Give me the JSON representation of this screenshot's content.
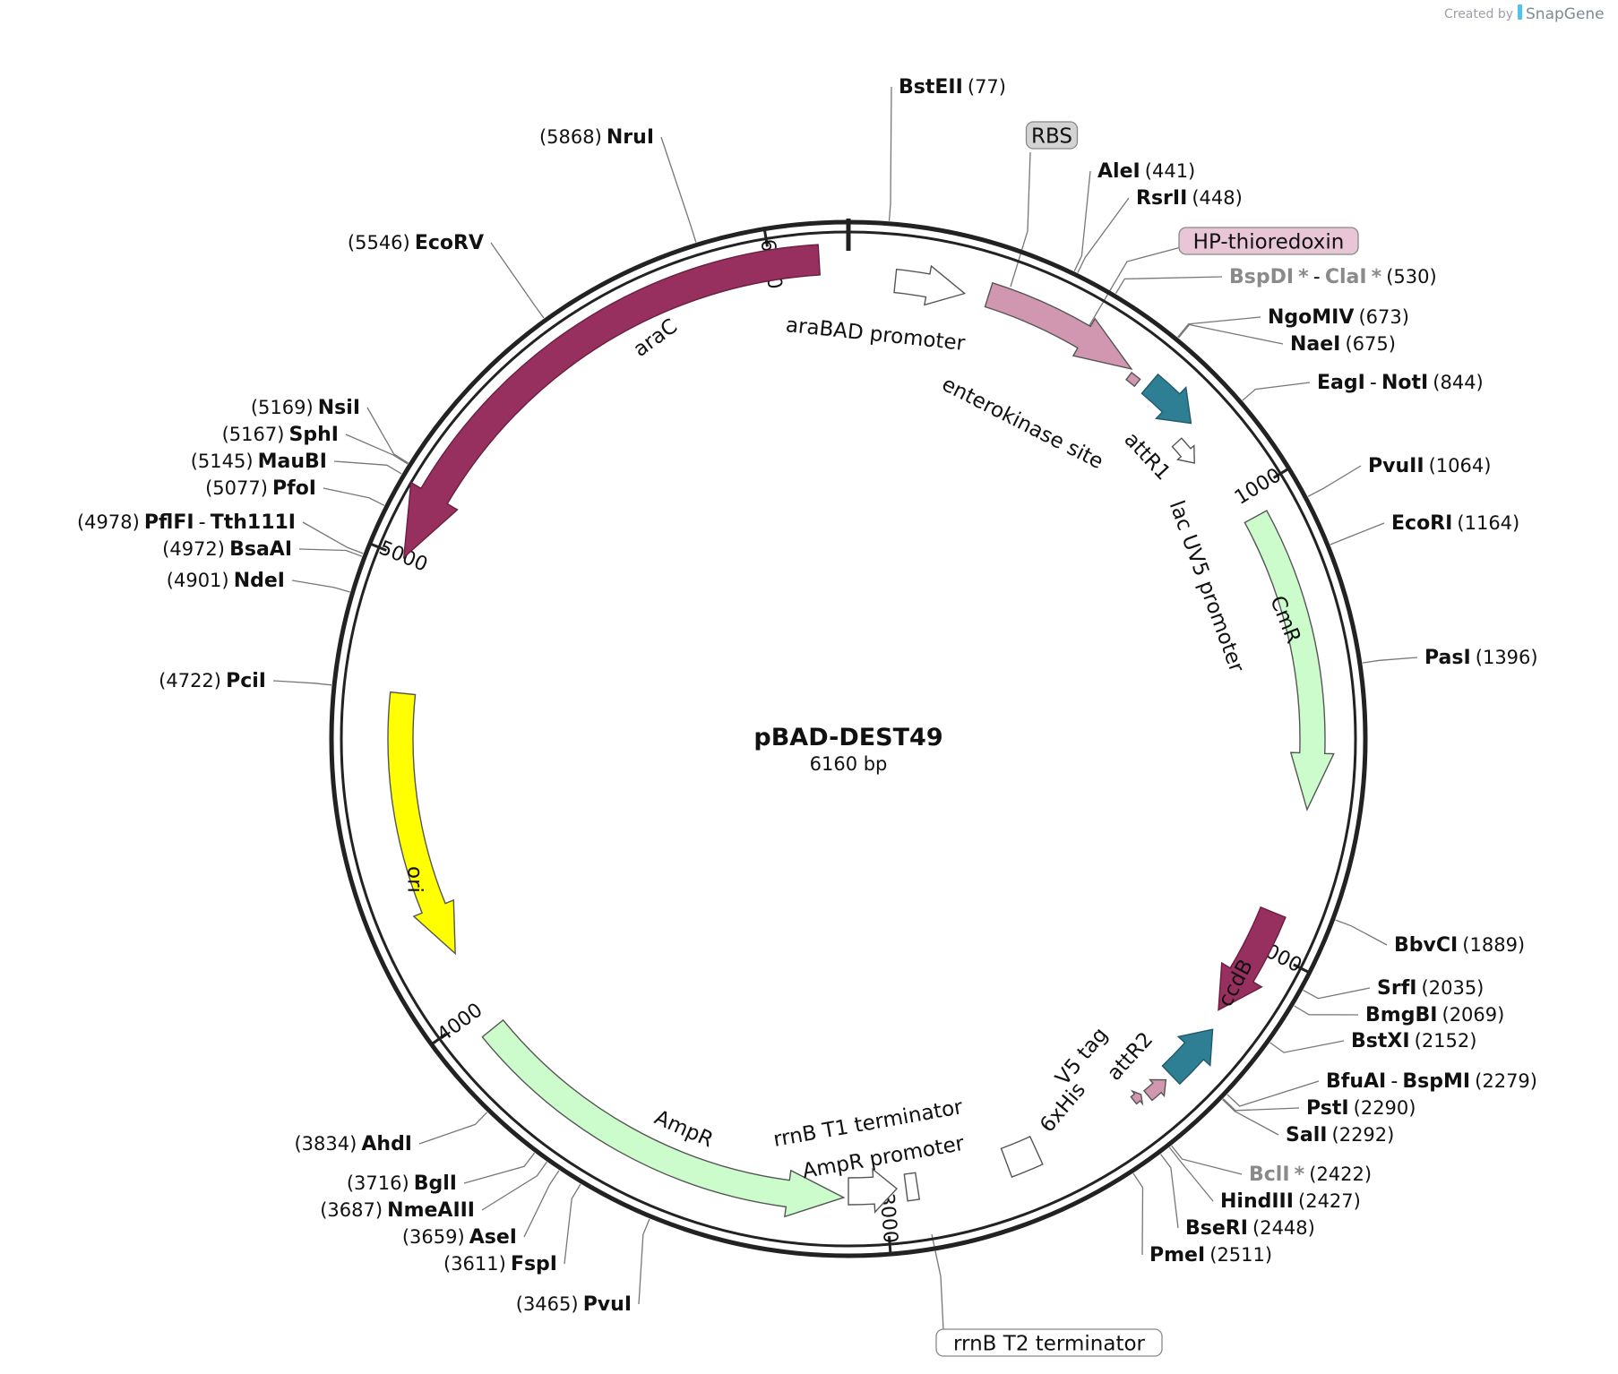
{
  "plasmid": {
    "name": "pBAD-DEST49",
    "length_label": "6160 bp",
    "total_bp": 6160
  },
  "credit": {
    "created_by": "Created by",
    "brand": "SnapGene"
  },
  "ruler_ticks": [
    "1000",
    "2000",
    "3000",
    "4000",
    "5000",
    "6000"
  ],
  "features": [
    {
      "id": "araC",
      "label": "araC",
      "color": "#98305f",
      "text_color": "#ffffff",
      "label_inside": true
    },
    {
      "id": "araBAD",
      "label": "araBAD promoter",
      "color": "#ffffff"
    },
    {
      "id": "hp",
      "label": "HP-thioredoxin",
      "color": "#d197b0",
      "boxed": true,
      "box_color": "#e8c6d6"
    },
    {
      "id": "rbs",
      "label": "RBS",
      "boxed": true,
      "box_color": "#d3d3d3"
    },
    {
      "id": "ek",
      "label": "enterokinase site",
      "color": "#d197b0"
    },
    {
      "id": "attR1",
      "label": "attR1",
      "color": "#2f7f94"
    },
    {
      "id": "lacUV5",
      "label": "lac UV5 promoter",
      "color": "#ffffff"
    },
    {
      "id": "CmR",
      "label": "CmR",
      "color": "#ccfccc",
      "text_color": "#111111",
      "label_inside": true
    },
    {
      "id": "ccdB",
      "label": "ccdB",
      "color": "#98305f",
      "text_color": "#ffffff",
      "label_inside": true
    },
    {
      "id": "attR2",
      "label": "attR2",
      "color": "#2f7f94"
    },
    {
      "id": "v5",
      "label": "V5 tag",
      "color": "#d197b0"
    },
    {
      "id": "his",
      "label": "6xHis",
      "color": "#d197b0"
    },
    {
      "id": "rrnBT1",
      "label": "rrnB T1 terminator",
      "color": "#ffffff"
    },
    {
      "id": "rrnBT2",
      "label": "rrnB T2 terminator",
      "color": "#ffffff",
      "boxed": true,
      "box_color": "#ffffff"
    },
    {
      "id": "AmpRp",
      "label": "AmpR promoter",
      "color": "#ffffff"
    },
    {
      "id": "AmpR",
      "label": "AmpR",
      "color": "#ccfccc"
    },
    {
      "id": "ori",
      "label": "ori",
      "color": "#ffff00",
      "text_color": "#111111",
      "label_inside": true
    }
  ],
  "sites": [
    {
      "id": "BstEII",
      "name": "BstEII",
      "pos": "(77)"
    },
    {
      "id": "AleI",
      "name": "AleI",
      "pos": "(441)"
    },
    {
      "id": "RsrII",
      "name": "RsrII",
      "pos": "(448)"
    },
    {
      "id": "BspDI",
      "name": "BspDI",
      "name2": "ClaI",
      "star": "*",
      "pos": "(530)",
      "grey": true
    },
    {
      "id": "NgoMIV",
      "name": "NgoMIV",
      "pos": "(673)"
    },
    {
      "id": "NaeI",
      "name": "NaeI",
      "pos": "(675)"
    },
    {
      "id": "EagI",
      "name": "EagI",
      "name2": "NotI",
      "pos": "(844)"
    },
    {
      "id": "PvuII_a",
      "name": "PvuII",
      "pos": "(1064)"
    },
    {
      "id": "EcoRI",
      "name": "EcoRI",
      "pos": "(1164)"
    },
    {
      "id": "PasI",
      "name": "PasI",
      "pos": "(1396)"
    },
    {
      "id": "BbvCI",
      "name": "BbvCI",
      "pos": "(1889)"
    },
    {
      "id": "SrfI",
      "name": "SrfI",
      "pos": "(2035)"
    },
    {
      "id": "BmgBI",
      "name": "BmgBI",
      "pos": "(2069)"
    },
    {
      "id": "BstXI",
      "name": "BstXI",
      "pos": "(2152)"
    },
    {
      "id": "BfuAI",
      "name": "BfuAI",
      "name2": "BspMI",
      "pos": "(2279)"
    },
    {
      "id": "PstI",
      "name": "PstI",
      "pos": "(2290)"
    },
    {
      "id": "SalI",
      "name": "SalI",
      "pos": "(2292)"
    },
    {
      "id": "BclI",
      "name": "BclI",
      "star": "*",
      "pos": "(2422)",
      "grey": true
    },
    {
      "id": "HindIII",
      "name": "HindIII",
      "pos": "(2427)"
    },
    {
      "id": "BseRI",
      "name": "BseRI",
      "pos": "(2448)"
    },
    {
      "id": "PmeI",
      "name": "PmeI",
      "pos": "(2511)"
    },
    {
      "id": "PvuI",
      "name": "PvuI",
      "pos": "(3465)"
    },
    {
      "id": "FspI",
      "name": "FspI",
      "pos": "(3611)"
    },
    {
      "id": "AseI",
      "name": "AseI",
      "pos": "(3659)"
    },
    {
      "id": "NmeAIII",
      "name": "NmeAIII",
      "pos": "(3687)"
    },
    {
      "id": "BglI",
      "name": "BglI",
      "pos": "(3716)"
    },
    {
      "id": "AhdI",
      "name": "AhdI",
      "pos": "(3834)"
    },
    {
      "id": "PciI",
      "name": "PciI",
      "pos": "(4722)"
    },
    {
      "id": "NdeI",
      "name": "NdeI",
      "pos": "(4901)"
    },
    {
      "id": "BsaAI",
      "name": "BsaAI",
      "pos": "(4972)"
    },
    {
      "id": "PflFI",
      "name": "PflFI",
      "name2": "Tth111I",
      "pos": "(4978)"
    },
    {
      "id": "PfoI",
      "name": "PfoI",
      "pos": "(5077)"
    },
    {
      "id": "MauBI",
      "name": "MauBI",
      "pos": "(5145)"
    },
    {
      "id": "SphI",
      "name": "SphI",
      "pos": "(5167)"
    },
    {
      "id": "NsiI",
      "name": "NsiI",
      "pos": "(5169)"
    },
    {
      "id": "EcoRV",
      "name": "EcoRV",
      "pos": "(5546)"
    },
    {
      "id": "NruI",
      "name": "NruI",
      "pos": "(5868)"
    }
  ]
}
